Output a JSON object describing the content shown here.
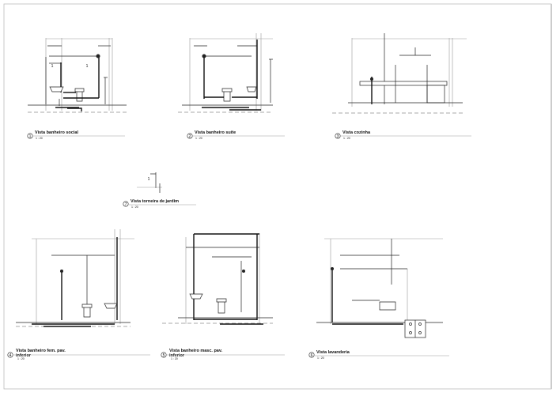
{
  "sheet": {
    "views": [
      {
        "number": "1",
        "title": "Vista banheiro social",
        "scale": "1 : 20"
      },
      {
        "number": "2",
        "title": "Vista banheiro suíte",
        "scale": "1 : 20"
      },
      {
        "number": "3",
        "title": "Vista cozinha",
        "scale": "1 : 20"
      },
      {
        "number": "4",
        "title": "Vista banheiro fem. pav.",
        "title_line2": "inferior",
        "scale": "1 : 20"
      },
      {
        "number": "5",
        "title": "Vista banheiro masc. pav.",
        "title_line2": "inferior",
        "scale": "1 : 20"
      },
      {
        "number": "6",
        "title": "Vista lavanderia",
        "scale": "1 : 20"
      },
      {
        "number": "7",
        "title": "Vista torneira de jardim",
        "scale": "1 : 20"
      }
    ]
  }
}
